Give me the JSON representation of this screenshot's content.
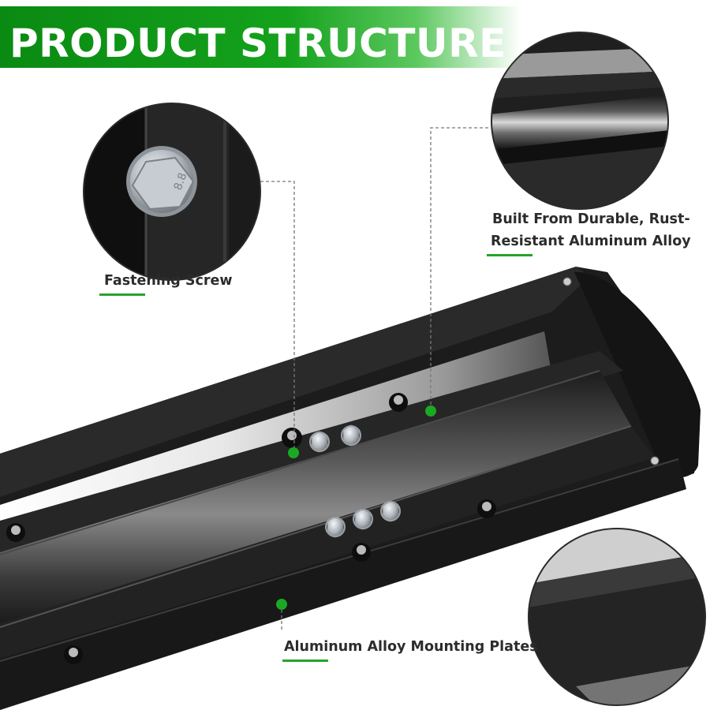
{
  "header": {
    "title": "PRODUCT STRUCTURE",
    "accent_color": "#14a21c"
  },
  "callouts": [
    {
      "id": "fastening-screw",
      "label": "Fastening Screw"
    },
    {
      "id": "aluminum-alloy",
      "label_line1": "Built From Durable, Rust-",
      "label_line2": "Resistant Aluminum Alloy"
    },
    {
      "id": "mounting-plates",
      "label": "Aluminum Alloy Mounting Plates"
    }
  ],
  "bolt_marking": "8.8",
  "icons": {
    "callout_marker": "green-dot-icon",
    "leader_line": "dashed-leader-line"
  }
}
